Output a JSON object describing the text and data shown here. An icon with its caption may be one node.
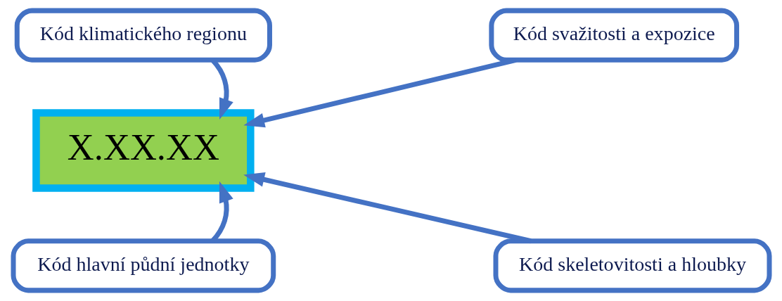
{
  "diagram": {
    "nodes": [
      {
        "text": [
          "Kód klimatického regionu"
        ]
      },
      {
        "text": [
          "Kód svažitosti a expozice"
        ]
      },
      {
        "text": [
          "X.XX.XX"
        ]
      },
      {
        "text": [
          "Kód hlavní půdní jednotky"
        ]
      },
      {
        "text": [
          "Kód skeletovitosti a hloubky"
        ]
      }
    ],
    "edges": [
      {
        "from": 0,
        "to": 2,
        "arrow": "to"
      },
      {
        "from": 1,
        "to": 2,
        "arrow": "to"
      },
      {
        "from": 3,
        "to": 2,
        "arrow": "to"
      },
      {
        "from": 4,
        "to": 2,
        "arrow": "to"
      }
    ]
  }
}
